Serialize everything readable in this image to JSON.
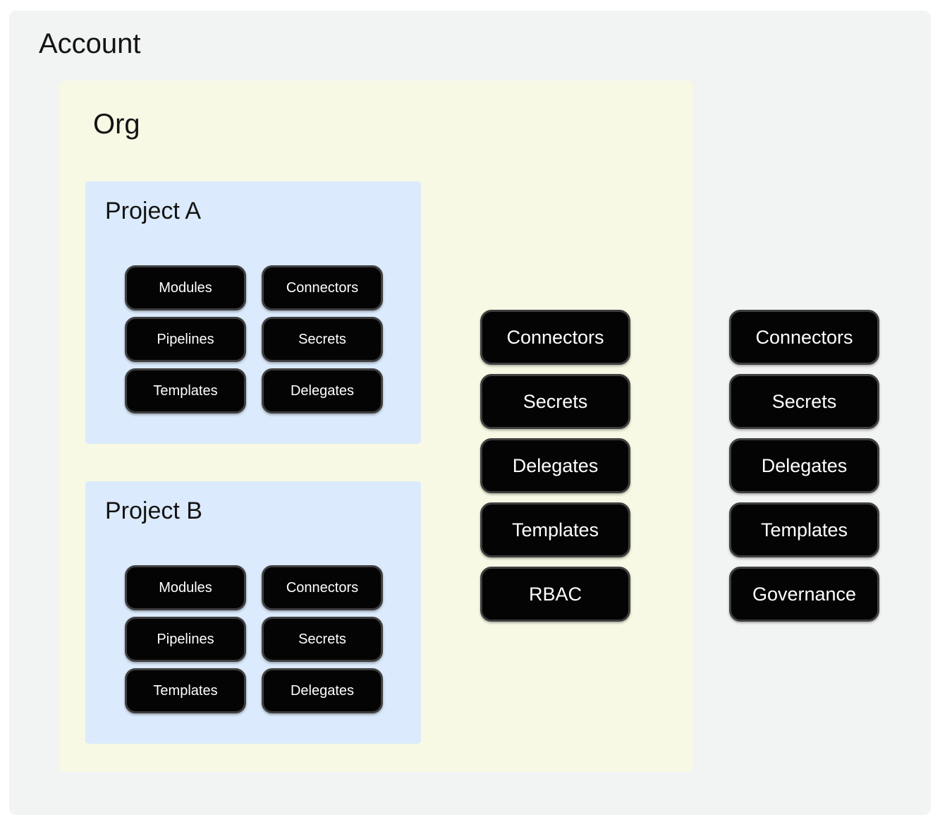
{
  "account": {
    "title": "Account",
    "items": [
      "Connectors",
      "Secrets",
      "Delegates",
      "Templates",
      "Governance"
    ]
  },
  "org": {
    "title": "Org",
    "items": [
      "Connectors",
      "Secrets",
      "Delegates",
      "Templates",
      "RBAC"
    ],
    "projects": [
      {
        "title": "Project A",
        "items": [
          "Modules",
          "Connectors",
          "Pipelines",
          "Secrets",
          "Templates",
          "Delegates"
        ]
      },
      {
        "title": "Project B",
        "items": [
          "Modules",
          "Connectors",
          "Pipelines",
          "Secrets",
          "Templates",
          "Delegates"
        ]
      }
    ]
  },
  "colors": {
    "page_background": "#ffffff",
    "account_background": "#f2f3f3",
    "org_background": "#f7f9e4",
    "project_background": "#dbeafc",
    "node_background": "#040404",
    "node_border": "#3f3f3f",
    "node_text": "#ffffff",
    "title_text": "#141414"
  }
}
